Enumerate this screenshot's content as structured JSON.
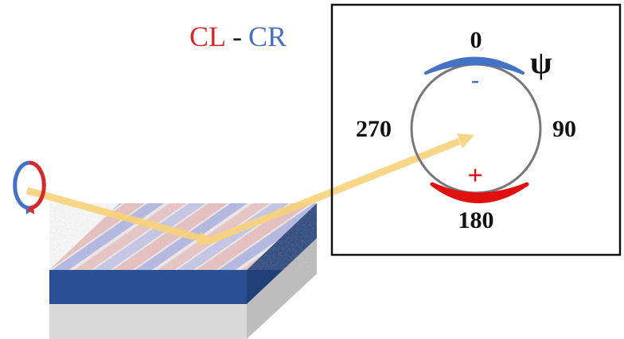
{
  "title": {
    "left": "CL",
    "sep": "-",
    "right": "CR",
    "left_color": "#d42a2a",
    "sep_color": "#222222",
    "right_color": "#4a6fc0"
  },
  "dial": {
    "labels": {
      "top": "0",
      "right": "90",
      "bottom": "180",
      "left": "270"
    },
    "symbol": "ψ",
    "minus": "-",
    "plus": "+",
    "minus_color": "#4472c4",
    "plus_color": "#e01010"
  },
  "colors": {
    "beam": "#f7d27a",
    "sample_top_red": "#e06b6b",
    "sample_top_blue": "#5b6fd6",
    "layer_blue": "#2a4f92",
    "layer_blue_side": "#1f3d78",
    "substrate_front": "#d9d9d9",
    "substrate_side": "#bfbfbf"
  },
  "icons": {
    "polarization": "circular-polarization-icon",
    "angle": "psi-symbol"
  }
}
